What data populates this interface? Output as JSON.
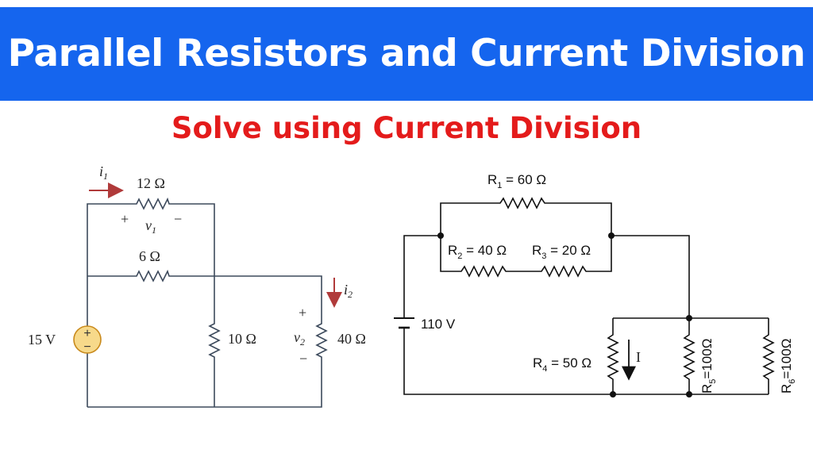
{
  "title": "Parallel Resistors and Current Division",
  "subtitle": "Solve using Current Division",
  "colors": {
    "banner": "#1565ee",
    "subtitle": "#e41b1b",
    "source": "#f7d98a",
    "current_arrow": "#b03a3a"
  },
  "left_circuit": {
    "source": "15 V",
    "source_plus": "+",
    "source_minus": "−",
    "r12": "12 Ω",
    "r6": "6 Ω",
    "r10": "10 Ω",
    "r40": "40 Ω",
    "i1": "i",
    "i1_sub": "1",
    "i2": "i",
    "i2_sub": "2",
    "v1": "v",
    "v1_sub": "1",
    "v1_plus": "+",
    "v1_minus": "−",
    "v2": "v",
    "v2_sub": "2",
    "v2_plus": "+",
    "v2_minus": "−"
  },
  "right_circuit": {
    "source": "110 V",
    "r1": "R",
    "r1_sub": "1",
    "r1_val": " = 60 Ω",
    "r2": "R",
    "r2_sub": "2",
    "r2_val": " = 40 Ω",
    "r3": "R",
    "r3_sub": "3",
    "r3_val": " = 20 Ω",
    "r4": "R",
    "r4_sub": "4",
    "r4_val": " = 50 Ω",
    "r5": "R",
    "r5_sub": "5",
    "r5_val": "=100Ω",
    "r6": "R",
    "r6_sub": "6",
    "r6_val": "=100Ω",
    "current": "I"
  }
}
